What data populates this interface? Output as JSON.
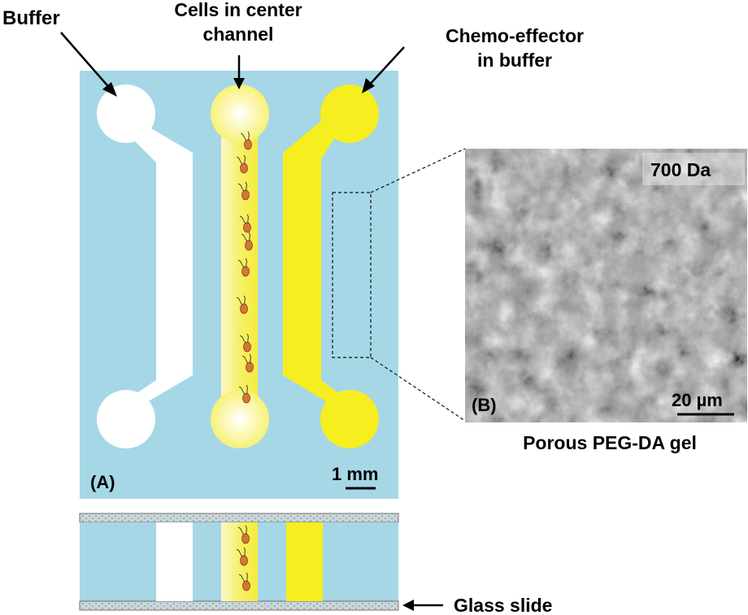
{
  "labels": {
    "buffer": "Buffer",
    "cells_line1": "Cells in center",
    "cells_line2": "channel",
    "chemo_line1": "Chemo-effector",
    "chemo_line2": "in buffer",
    "panel_a": "(A)",
    "panel_b": "(B)",
    "scale_a": "1 mm",
    "scale_b": "20 µm",
    "mw": "700 Da",
    "gel": "Porous PEG-DA gel",
    "glass": "Glass slide"
  },
  "colors": {
    "gel": "#a6d7e6",
    "buffer": "#ffffff",
    "chemo": "#f6ee1f",
    "cells": "#f8f27a",
    "bacteria": "#d4763a",
    "glass": "#c9d6d9"
  },
  "icons": {
    "bacterium": "bacterium-icon",
    "sem": "sem-micrograph-icon"
  }
}
